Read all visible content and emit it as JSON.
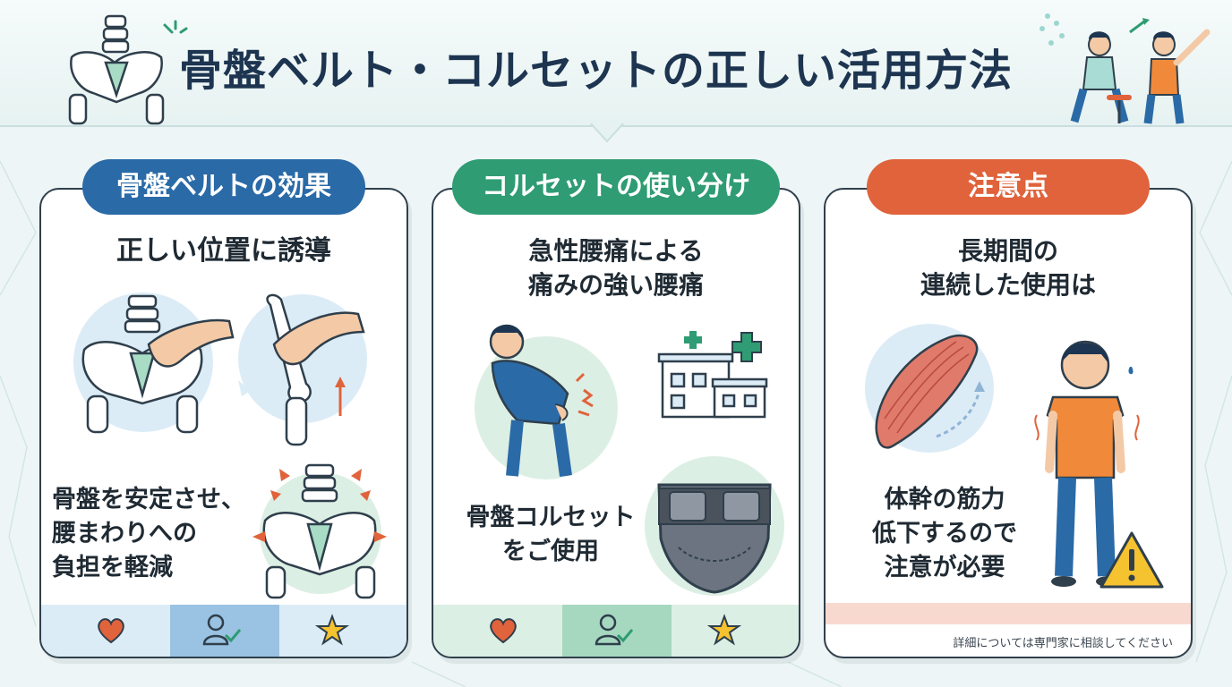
{
  "header": {
    "title": "骨盤ベルト・コルセットの正しい活用方法"
  },
  "panels": [
    {
      "label": "骨盤ベルトの効果",
      "top_text": "正しい位置に誘導",
      "bottom_text": [
        "骨盤を安定させ、",
        "腰まわりへの",
        "負担を軽減"
      ],
      "color": "#2a6aa7",
      "footer_icons": [
        "heart-icon",
        "user-check-icon",
        "star-icon"
      ]
    },
    {
      "label": "コルセットの使い分け",
      "top_text": [
        "急性腰痛による",
        "痛みの強い腰痛"
      ],
      "bottom_text": [
        "骨盤コルセット",
        "をご使用"
      ],
      "color": "#2f9c73",
      "footer_icons": [
        "heart-icon",
        "user-check-icon",
        "star-icon"
      ]
    },
    {
      "label": "注意点",
      "top_text": [
        "長期間の",
        "連続した使用は"
      ],
      "bottom_text": [
        "体幹の筋力",
        "低下するので",
        "注意が必要"
      ],
      "color": "#e0633b",
      "footnote": "詳細については専門家に相談してください"
    }
  ]
}
